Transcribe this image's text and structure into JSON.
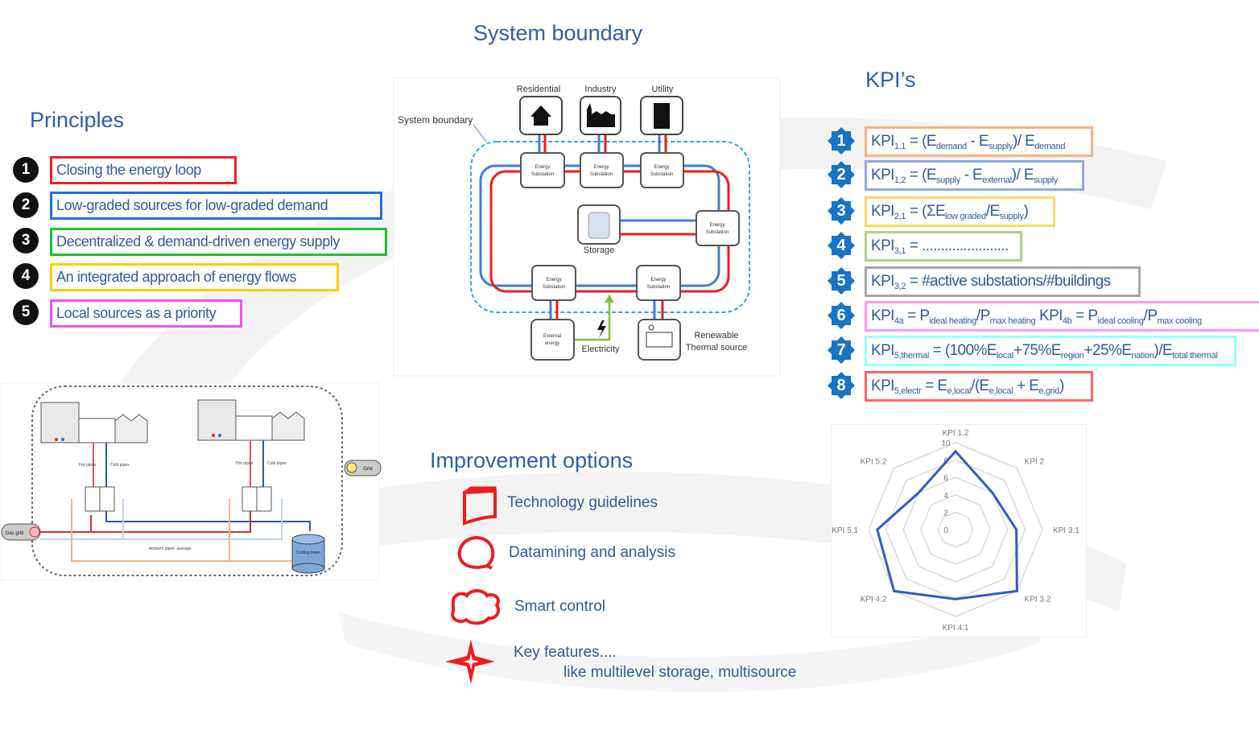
{
  "colors": {
    "text": "#2e5a9e",
    "hot": "#ee1c1c",
    "cold": "#3d7fd6",
    "boundary": "#29a8e0",
    "electricity": "#7cc242",
    "radar_line": "#2f5fbf"
  },
  "system_boundary": {
    "title": "System boundary",
    "boundary_label": "System boundary",
    "consumers": [
      "Residential",
      "Industry",
      "Utility"
    ],
    "substation_label_1": "Energy",
    "substation_label_2": "Substation",
    "storage_label": "Storage",
    "external_label_1": "External",
    "external_label_2": "energy",
    "electricity_label": "Electricity",
    "renewable_label_1": "Renewable",
    "renewable_label_2": "Thermal source"
  },
  "principles": {
    "title": "Principles",
    "items": [
      {
        "num": "1",
        "label": "Closing the energy loop",
        "color": "#ee1c24"
      },
      {
        "num": "2",
        "label": "Low-graded sources for low-graded demand",
        "color": "#1f6fe8"
      },
      {
        "num": "3",
        "label": "Decentralized & demand-driven energy supply",
        "color": "#22c02a"
      },
      {
        "num": "4",
        "label": "An integrated approach of energy flows",
        "color": "#ffcc00"
      },
      {
        "num": "5",
        "label": "Local sources as a priority",
        "color": "#f04ff0"
      }
    ]
  },
  "kpis": {
    "title": "KPI’s",
    "items": [
      {
        "num": "1",
        "color": "#f4b183",
        "parts": [
          {
            "t": "KPI",
            "s": "1,1"
          },
          {
            "t": " = (E",
            "s": "demand"
          },
          {
            "t": " - E",
            "s": "supply"
          },
          {
            "t": ")/ E",
            "s": "demand"
          }
        ]
      },
      {
        "num": "2",
        "color": "#8faadc",
        "parts": [
          {
            "t": "KPI",
            "s": "1,2"
          },
          {
            "t": " = (E",
            "s": "supply"
          },
          {
            "t": " - E",
            "s": "external"
          },
          {
            "t": ")/ E",
            "s": "supply"
          }
        ]
      },
      {
        "num": "3",
        "color": "#ffd966",
        "parts": [
          {
            "t": "KPI",
            "s": "2,1"
          },
          {
            "t": " = (ΣE",
            "s": "low graded"
          },
          {
            "t": "/E",
            "s": "supply"
          },
          {
            "t": ")",
            "s": ""
          }
        ]
      },
      {
        "num": "4",
        "color": "#a9d18e",
        "parts": [
          {
            "t": "KPI",
            "s": "3,1"
          },
          {
            "t": " = .......................",
            "s": ""
          }
        ]
      },
      {
        "num": "5",
        "color": "#a6a6a6",
        "parts": [
          {
            "t": "KPI",
            "s": "3,2"
          },
          {
            "t": " = #active substations/#buildings",
            "s": ""
          }
        ]
      },
      {
        "num": "6",
        "color": "#ff99e6",
        "parts": [
          {
            "t": "KPI",
            "s": "4a"
          },
          {
            "t": " = P",
            "s": "ideal heating"
          },
          {
            "t": "/P",
            "s": "max heating"
          },
          {
            "t": " KPI",
            "s": "4b"
          },
          {
            "t": " = P",
            "s": "ideal cooling"
          },
          {
            "t": "/P",
            "s": "max cooling"
          }
        ]
      },
      {
        "num": "7",
        "color": "#99ffff",
        "parts": [
          {
            "t": "KPI",
            "s": "5,thermal"
          },
          {
            "t": " = (100%E",
            "s": "local"
          },
          {
            "t": "+75%E",
            "s": "region"
          },
          {
            "t": "+25%E",
            "s": "nation"
          },
          {
            "t": ")/E",
            "s": "total thermal"
          }
        ]
      },
      {
        "num": "8",
        "color": "#ff6666",
        "parts": [
          {
            "t": "KPI",
            "s": "5,electr"
          },
          {
            "t": " = E",
            "s": "e,local"
          },
          {
            "t": "/(E",
            "s": "e,local"
          },
          {
            "t": " + E",
            "s": "e,grid"
          },
          {
            "t": ")",
            "s": ""
          }
        ]
      }
    ]
  },
  "network_diagram": {
    "hot_pipes": "Hot pipes",
    "cold_pipes": "Cold pipes",
    "ambient_pipes": "Ambient pipes: average",
    "cooling_tower": "Cooling tower",
    "gas_grid": "Gas grid",
    "grid": "Grid"
  },
  "improvement": {
    "title": "Improvement options",
    "items": [
      {
        "icon": "note-icon",
        "label": "Technology guidelines"
      },
      {
        "icon": "speech-bubble-icon",
        "label": "Datamining and analysis"
      },
      {
        "icon": "cloud-icon",
        "label": "Smart control"
      },
      {
        "icon": "four-point-star-icon",
        "label": "Key features...."
      }
    ],
    "key_features_detail": "like multilevel storage, multisource"
  },
  "chart_data": {
    "type": "radar",
    "categories": [
      "KPI 1.2",
      "KPI 2",
      "KPI 3.1",
      "KPI 3.2",
      "KPI 4.1",
      "KPI 4.2",
      "KPI 5.1",
      "KPI 5.2"
    ],
    "values": [
      9,
      6,
      7,
      10,
      8,
      10,
      9,
      6
    ],
    "rlim": [
      0,
      10
    ],
    "rticks": [
      "0",
      "2",
      "4",
      "6",
      "8",
      "10"
    ],
    "grid": true,
    "legend": "none"
  }
}
